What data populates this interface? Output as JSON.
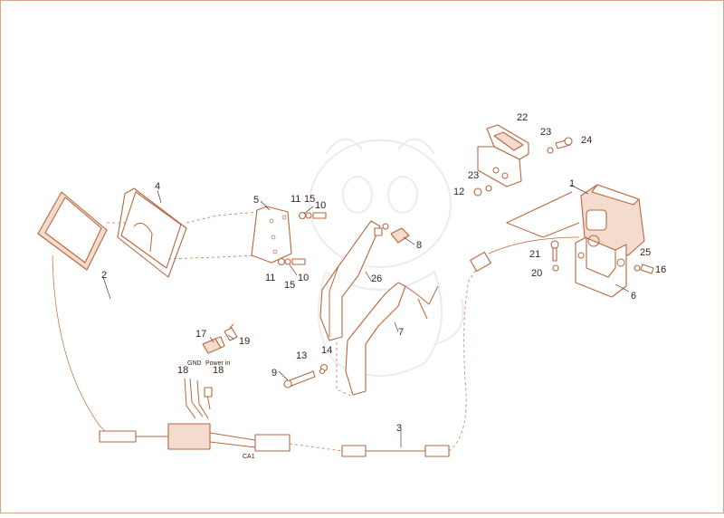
{
  "colors": {
    "line_art": "#b8673d",
    "part_fill": "#f3dccd",
    "label_text": "#3b2218",
    "frame": "#d9a88b",
    "background": "#ffffff"
  },
  "callouts": {
    "n1": "1",
    "n2": "2",
    "n3": "3",
    "n4": "4",
    "n5": "5",
    "n6": "6",
    "n7": "7",
    "n8": "8",
    "n9": "9",
    "n10a": "10",
    "n10b": "10",
    "n11a": "11",
    "n11b": "11",
    "n12": "12",
    "n13": "13",
    "n14": "14",
    "n15a": "15",
    "n15b": "15",
    "n16": "16",
    "n17": "17",
    "n18a": "18",
    "n18b": "18",
    "n19": "19",
    "n20": "20",
    "n21": "21",
    "n22": "22",
    "n23a": "23",
    "n23b": "23",
    "n24": "24",
    "n25": "25",
    "n26": "26"
  },
  "wire_labels": {
    "gnd": "GND",
    "power_in": "Power in",
    "ca1": "CA1"
  }
}
